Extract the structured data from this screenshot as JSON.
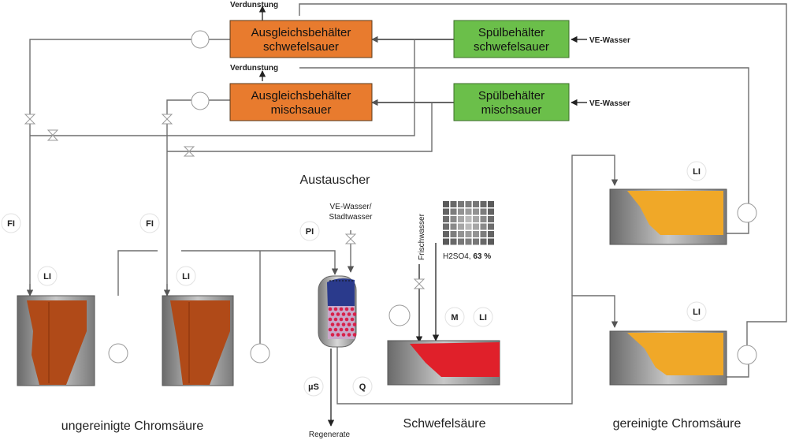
{
  "boxes": {
    "ausgleich_schwefel": [
      "Ausgleichsbehälter",
      "schwefelsauer"
    ],
    "spuel_schwefel": [
      "Spülbehälter",
      "schwefelsauer"
    ],
    "ausgleich_misch": [
      "Ausgleichsbehälter",
      "mischsauer"
    ],
    "spuel_misch": [
      "Spülbehälter",
      "mischsauer"
    ]
  },
  "labels": {
    "verdunstung_top": "Verdunstung",
    "verdunstung_mid": "Verdunstung",
    "ve_wasser_top": "VE-Wasser",
    "ve_wasser_mid": "VE-Wasser",
    "austauscher": "Austauscher",
    "ve_stadt_line1": "VE-Wasser/",
    "ve_stadt_line2": "Stadtwasser",
    "frischwasser": "Frischwasser",
    "h2so4_prefix": "H2SO4, ",
    "h2so4_value": "63 %",
    "regenerate": "Regenerate",
    "ungereinigt": "ungereinigte Chromsäure",
    "schwefelsaeure": "Schwefelsäure",
    "gereinigt": "gereinigte Chromsäure"
  },
  "sensors": {
    "fi_left": "FI",
    "fi_mid": "FI",
    "pi": "PI",
    "li_tank1": "LI",
    "li_tank2": "LI",
    "li_gtank1": "LI",
    "li_gtank2": "LI",
    "m_sulf": "M",
    "li_sulf": "LI",
    "mus": "µS",
    "q": "Q"
  },
  "colors": {
    "orange": "#e87b2e",
    "green": "#6bbf4a",
    "chrome_dirty": "#b04a18",
    "chrome_clean": "#f0a828",
    "sulfuric": "#e0202a",
    "resin_blue": "#2a3a8c"
  }
}
